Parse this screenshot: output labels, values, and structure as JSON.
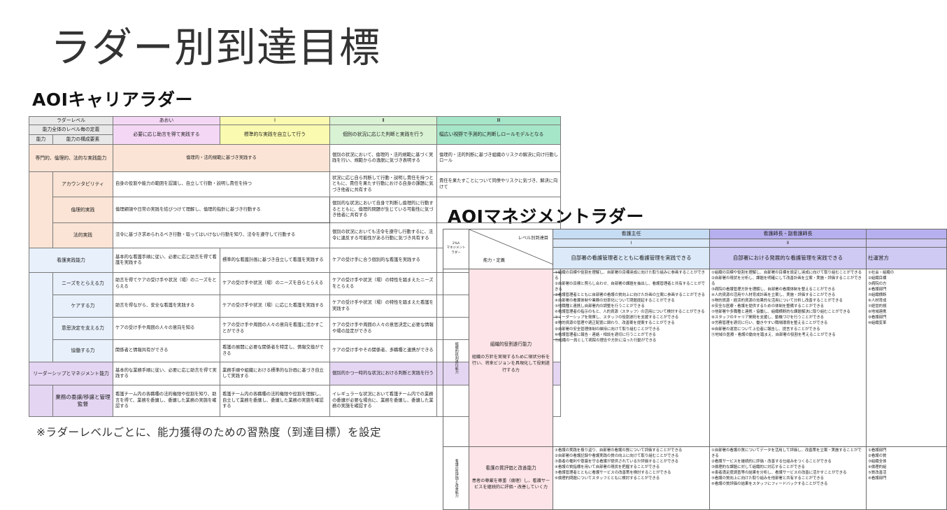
{
  "page": {
    "title": "ラダー別到達目標",
    "career_title": "AOIキャリアラダー",
    "mgmt_title": "AOIマネジメントラダー",
    "footnote": "※ラダーレベルごとに、能力獲得のための習熟度（到達目標）を設定"
  },
  "career": {
    "head": {
      "ladder_level": "ラダーレベル",
      "def_label": "能力全体のレベル毎の定義",
      "ability": "能力",
      "elements": "能力の構成要素",
      "levels": [
        "あおい",
        "Ⅰ",
        "Ⅱ",
        "Ⅲ"
      ],
      "defs": [
        "必要に応じ助言を得て実践する",
        "標準的な実践を自立して行う",
        "個別の状況に応じた判断と実践を行う",
        "幅広い視野で予測的に判断しロールモデルとなる"
      ]
    },
    "ethics": {
      "label": "専門的、倫理的、法的な実践能力",
      "main": [
        "倫理的・法的規範に基づき実践する",
        "個別の状況において、倫理的・法的規範に基づく実践を行い、規範からの逸脱に気づき表明する",
        "倫理的・法的判断に基づき組織のリスクの解決に向け行動しロール"
      ],
      "subs": [
        {
          "label": "アカウンタビリティ",
          "text": "自身の役割や能力の範囲を認識し、自立して行動・説明し責任を持つ",
          "text2": "状況に応じ自ら判断して行動・説明し責任を持つとともに、責任を果たす行動における自身の課題に気づき他者に共有する",
          "text3": "責任を果たすことについて同僚やリスクに気づき、解決に向けて"
        },
        {
          "label": "倫理的実践",
          "text": "倫理綱領や日常の実践を結びつけて理解し、倫理的指針に基づき行動する",
          "text2": "個別的な状況において自身で判断し倫理的に行動するとともに、倫理的問題が生じている可能性に気づき他者に共有する",
          "text3": ""
        },
        {
          "label": "法的実践",
          "text": "法令に基づき求められるべき行動・取ってはいけない行動を知り、法令を遵守して行動する",
          "text2": "個別の状況においても法令を遵守し行動するに、法令に違反する可能性がある行動に気づき共有する",
          "text3": ""
        }
      ]
    },
    "nursing": {
      "label": "看護実践能力",
      "main": [
        "基本的な看護手順に従い、必要に応じ助言を得て看護を実践する",
        "標準的な看護計画に基づき自立して看護を実践する",
        "ケアの受け手に合う個別的な看護を実践する"
      ],
      "subs": [
        {
          "label": "ニーズをとらえる力",
          "t1": "助言を得てケアの受け手や状況（場）のニーズをとらえる",
          "t2": "ケアの受け手や状況（場）のニーズを自らとらえる",
          "t3": "ケアの受け手や状況（場）の特性を踏まえたニーズをとらえる"
        },
        {
          "label": "ケアする力",
          "t1": "助言を得ながら、安全な看護を実践する",
          "t2": "ケアの受け手や状況（場）に応じた看護を実践する",
          "t3": "ケアの受け手や状況（場）の特性を踏まえた看護を実践する"
        },
        {
          "label": "意思決定を支える力",
          "t1": "ケアの受け手や周囲の人々の意向を知る",
          "t2": "ケアの受け手や周囲の人々の意向を看護に活かすことができる",
          "t3": "ケアの受け手や周囲の人々の意思決定に必要な情報や場の設定ができる"
        },
        {
          "label": "協働する力",
          "t1": "関係者と情報共有ができる",
          "t2": "看護の展開に必要な関係者を特定し、情報交換ができる",
          "t3": "ケアの受け手やその関係者、多職種と連携ができる"
        }
      ]
    },
    "leadership": {
      "label": "リーダーシップとマネジメント能力",
      "main": [
        "基本的な業務手順に従い、必要に応じ助言を得て実践する",
        "業務手順や組織における標準的な計画に基づき自立して実践する",
        "個別的かつ一時的な状況における判断と実践を行う"
      ],
      "sub_label": "業務の委譲/移譲と管理監督",
      "t1": "看護チーム内の各職種の法的権限や役割を知り、助言を得て、業務を委譲し、委譲した業務の実施を確認する",
      "t2": "看護チーム内の各職種の法的権限や役割を理解し、自立して業務を委譲し、委譲した業務の実施を確認する",
      "t3": "イレギュラーな状況において看護チーム内での業務の委譲が必要な場合に、業務を委譲し、委譲した業務の実施を確認する"
    }
  },
  "mgmt": {
    "corner_top": "2%A\nマネジメント\nラダー",
    "level_label": "レベル別到達目",
    "ability_label": "能力・定義",
    "col1_title": "看護主任",
    "col1_level": "Ⅰ",
    "col1_def": "自部署の看護管理者とともに看護管理を実践できる",
    "col2_title": "看護師長・副看護師長",
    "col2_level": "Ⅱ",
    "col2_def": "自部署における発展的な看護管理を実践できる",
    "col3_title": "",
    "col3_def": "社運営方",
    "row1_vert": "組織的役割遂行能力",
    "row1_ability": "組織的役割遂行能力",
    "row1_def": "組織の方針を実現するために現状分析を行い、将来ビジョンを具現化して役割遂行する力",
    "row1_c1": [
      "①組織の目標や役割を理解し、自部署の目標達成に向けた取り組みに参画することができる",
      "②自部署の目標と照らし合わせ、自部署の課題を抽出し、看護管理者と共有することができる",
      "③看護管理者とともに自部署の看護の質向上に向けた計画の立案に参画することができる",
      "④自部署の看護体制や業務の効率化について問題提起することができる",
      "⑤他職種と連携し自部署内の調整を行うことができる",
      "⑥看護管理者の指示のもと、人的資源（スタッフ）の活用について検討することができる",
      "⑦リーダーシップを発揮し、スタッフの役割遂行を支援することができる",
      "⑧物的資源の管理や適正配置に関わり、改善案を提案することができる",
      "⑨自部署の安全管理体制の維持に向けて取り組むことができる",
      "⑩看護管理者に報告・連絡・相談を適切に行うことができる",
      "⑪組織の一員として病院の理念や方針に沿った行動ができる"
    ],
    "row1_c2": [
      "①組織の目標や役割を理解し、自部署の目標を設定し達成に向けて取り組むことができる",
      "②自部署の現状を分析し、課題を明確にして改善計画を立案・実施・評価することができる",
      "③病院の看護管理方針を理解し、自部署の看護体制を整えることができる",
      "④人的資源の活用や人材育成計画を立案し、実施・評価することができる",
      "⑤物的資源・経済的資源の効果的な活用について分析し改善することができる",
      "⑥安全な医療・看護を提供するための体制を整備することができる",
      "⑦他部署や多職種と連携・協働し、組織横断的な課題解決に取り組むことができる",
      "⑧スタッフのキャリア開発を支援し、動機づけを行うことができる",
      "⑨労務管理を適切に行い、働きやすい職場環境を整えることができる",
      "⑩自部署の運営について上位者に報告し、提言することができる",
      "⑪地域の医療・看護の動向を踏まえ、自部署の役割を考えることができる"
    ],
    "row1_c3": [
      "①社会・組織の",
      "②組織目標",
      "③病院の方",
      "④看護部門",
      "⑤組織横断",
      "⑥人材育成",
      "⑦経営的視",
      "⑧地域連携",
      "⑨看護部門",
      "⑩組織変革"
    ],
    "row2_vert": "看護の質評価と改善能力",
    "row2_ability": "看護の質評価と改善能力",
    "row2_def": "患者の尊厳を尊重（倫理）し、看護サービスを継続的に評価・改善していく力",
    "row2_c1": [
      "①看護の実践を振り返り、自部署の看護の質について評価することができる",
      "②自部署の看護記録や看護実践の質の向上に向けて取り組むことができる",
      "③患者の権利や尊厳を守る看護が提供されているか評価することができる",
      "④看護の質指標を用いて自部署の現状を把握することができる",
      "⑤看護管理者とともに看護サービスの改善策を検討することができる",
      "⑥倫理的問題についてスタッフとともに検討することができる"
    ],
    "row2_c2": [
      "①自部署の看護の質についてデータを活用して評価し、改善策を立案・実施することができる",
      "②看護サービスを継続的に評価・改善する仕組みをつくることができる",
      "③倫理的な課題に対して組織的に対応することができる",
      "④患者満足度調査等の結果を分析し、看護サービスの改善に活かすことができる",
      "⑤看護の質向上に向けた取り組みを他部署と共有することができる",
      "⑥看護の質評価の結果をスタッフにフィードバックすることができる"
    ],
    "row2_c3": [
      "①看護部門",
      "②看護の質",
      "③組織全体",
      "④倫理的組",
      "⑤質改善活",
      "⑥看護部門"
    ]
  }
}
